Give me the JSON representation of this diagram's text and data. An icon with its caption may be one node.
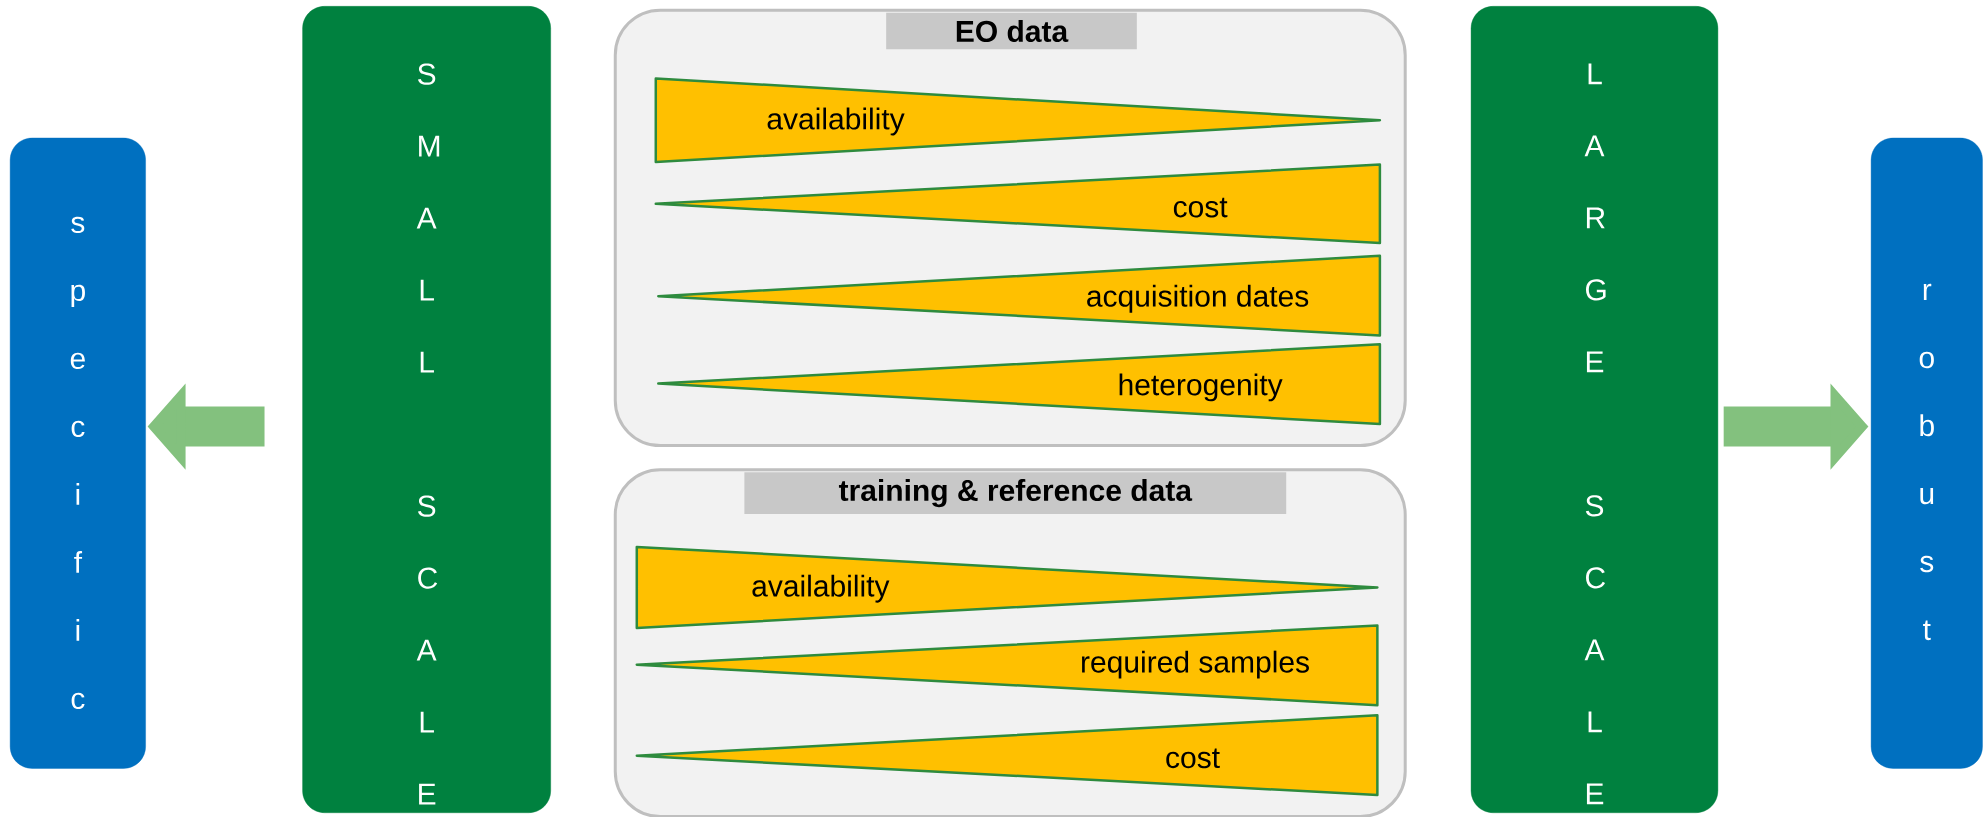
{
  "diagram": {
    "nodes": [
      {
        "text": [
          "s p e c i f i c"
        ]
      },
      {
        "text": [
          "S M A L L",
          "S C A L E"
        ]
      },
      {
        "text": [
          "EO data"
        ]
      },
      {
        "text": [
          "availability"
        ],
        "in": 2
      },
      {
        "text": [
          "cost"
        ],
        "in": 2
      },
      {
        "text": [
          "acquisition dates"
        ],
        "in": 2
      },
      {
        "text": [
          "heterogenity"
        ],
        "in": 2
      },
      {
        "text": [
          "training & reference data"
        ]
      },
      {
        "text": [
          "availability"
        ],
        "in": 7
      },
      {
        "text": [
          "required samples"
        ],
        "in": 7
      },
      {
        "text": [
          "cost"
        ],
        "in": 7
      },
      {
        "text": [
          "L A R G E",
          "S C A L E"
        ]
      },
      {
        "text": [
          "r o b u s t"
        ]
      }
    ],
    "edges": [
      {
        "from": 1,
        "to": 0,
        "arrow": "to"
      },
      {
        "from": 11,
        "to": 12,
        "arrow": "to"
      }
    ]
  }
}
